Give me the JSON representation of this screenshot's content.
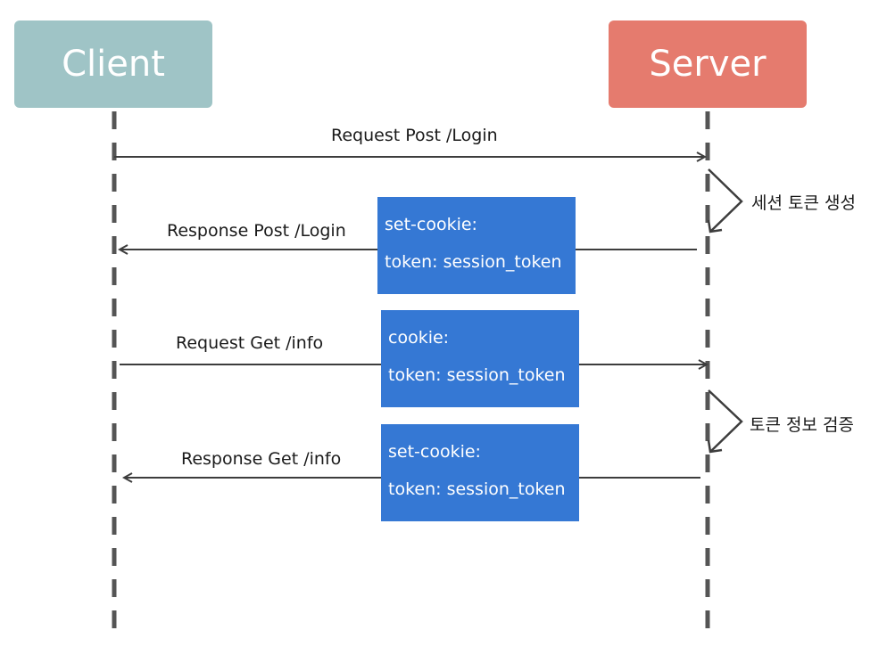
{
  "colors": {
    "client": "#9fc4c6",
    "server": "#e57b6e",
    "payload": "#3578d4",
    "line": "#3d3d3d",
    "lifeline": "#555555"
  },
  "actors": {
    "client": "Client",
    "server": "Server"
  },
  "messages": [
    {
      "label": "Request Post /Login"
    },
    {
      "label": "Response Post /Login",
      "payload": [
        "set-cookie:",
        "token: session_token"
      ]
    },
    {
      "label": "Request Get /info",
      "payload": [
        "cookie:",
        "token: session_token"
      ]
    },
    {
      "label": "Response Get /info",
      "payload": [
        "set-cookie:",
        "token: session_token"
      ]
    }
  ],
  "notes": [
    {
      "text": "세션 토큰 생성"
    },
    {
      "text": "토큰 정보 검증"
    }
  ]
}
